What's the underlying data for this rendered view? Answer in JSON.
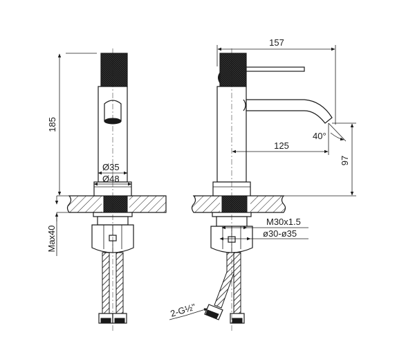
{
  "drawing": {
    "dim_height_total": "185",
    "dim_width_total": "157",
    "dim_spout_reach": "125",
    "dim_spout_height": "97",
    "dim_spout_angle": "40°",
    "dim_body_diameter": "Ø35",
    "dim_base_diameter": "Ø48",
    "dim_max_thickness": "Max40",
    "dim_thread": "M30x1.5",
    "dim_hole_diameter": "ø30-ø35",
    "dim_hose_connection": "2-G½\""
  }
}
